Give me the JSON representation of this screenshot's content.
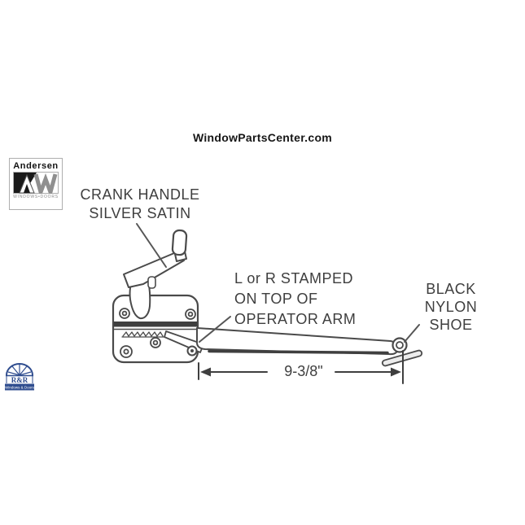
{
  "page": {
    "title": "WindowPartsCenter.com"
  },
  "andersen_logo": {
    "brand": "Andersen",
    "tagline": "WINDOWS•DOORS"
  },
  "rr_logo": {
    "name": "R&R",
    "tagline": "Windows & Doors"
  },
  "labels": {
    "crank_handle": {
      "line1": "CRANK HANDLE",
      "line2": "SILVER SATIN"
    },
    "stamped": {
      "line1": "L or R STAMPED",
      "line2": "ON TOP OF",
      "line3": "OPERATOR ARM"
    },
    "shoe": {
      "line1": "BLACK",
      "line2": "NYLON",
      "line3": "SHOE"
    }
  },
  "dimension": {
    "value": "9-3/8\""
  },
  "colors": {
    "line_gray": "#4a4a4a",
    "fill_dark": "#3f3f3f",
    "label_text": "#3e3e3e",
    "rr_navy": "#2f4d8f",
    "aw_gray": "#8f8f8f"
  }
}
